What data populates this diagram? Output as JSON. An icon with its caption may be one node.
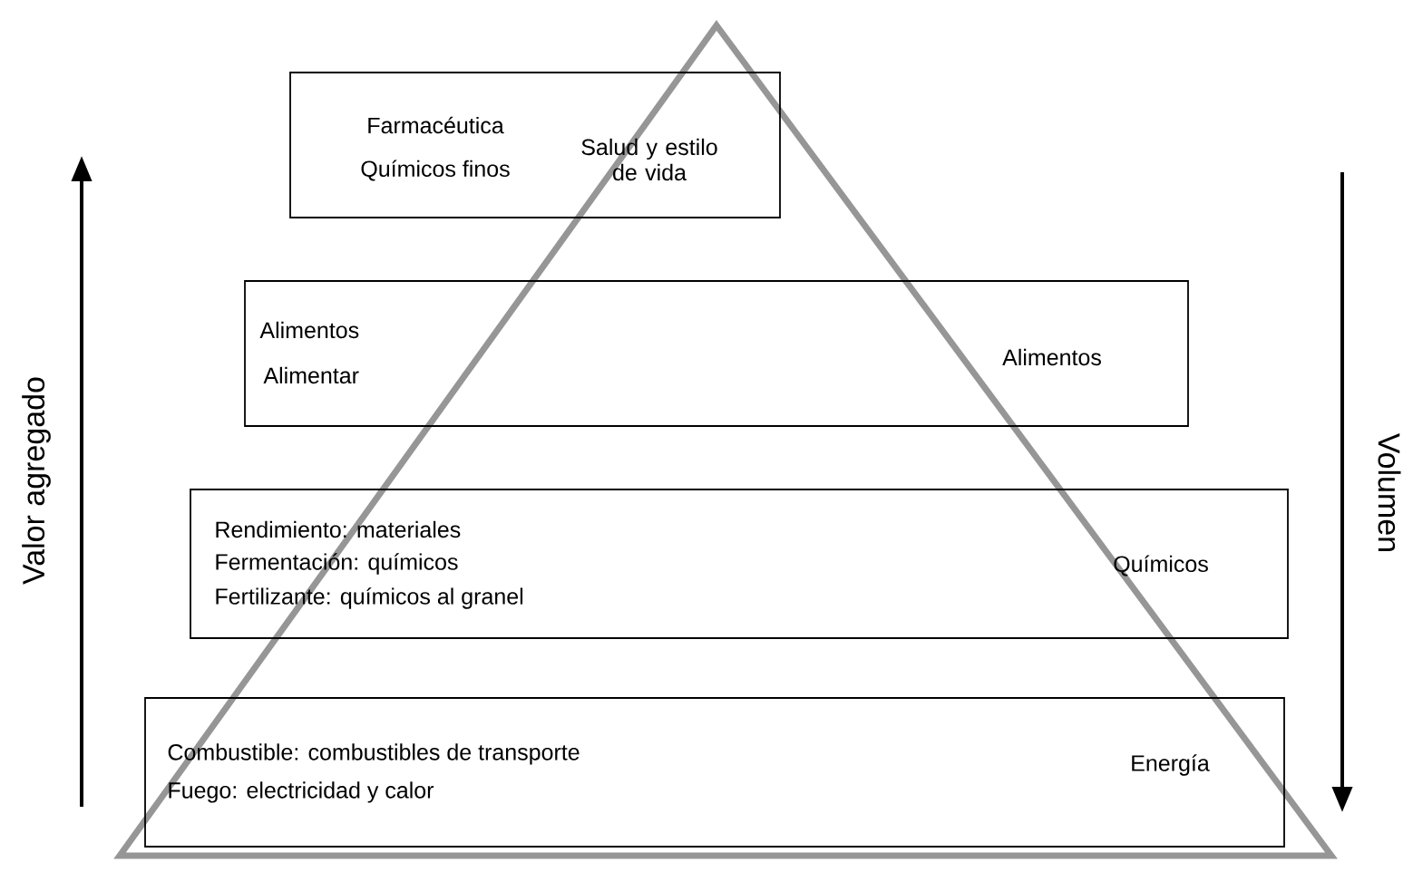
{
  "diagram": {
    "nodes": [
      {
        "text": [
          "Farmacéutica",
          "Químicos finos",
          "Salud y estilo de vida"
        ]
      },
      {
        "text": [
          "Alimentos",
          "Alimentar",
          "Alimentos"
        ]
      },
      {
        "text": [
          "Rendimiento: materiales",
          "Fermentación: químicos",
          "Fertilizante: químicos al granel",
          "Químicos"
        ]
      },
      {
        "text": [
          "Combustible: combustibles de transporte",
          "Fuego: electricidad y calor",
          "Energía"
        ]
      }
    ],
    "edges": [],
    "labels": [
      "Valor agregado",
      "Volumen"
    ]
  }
}
